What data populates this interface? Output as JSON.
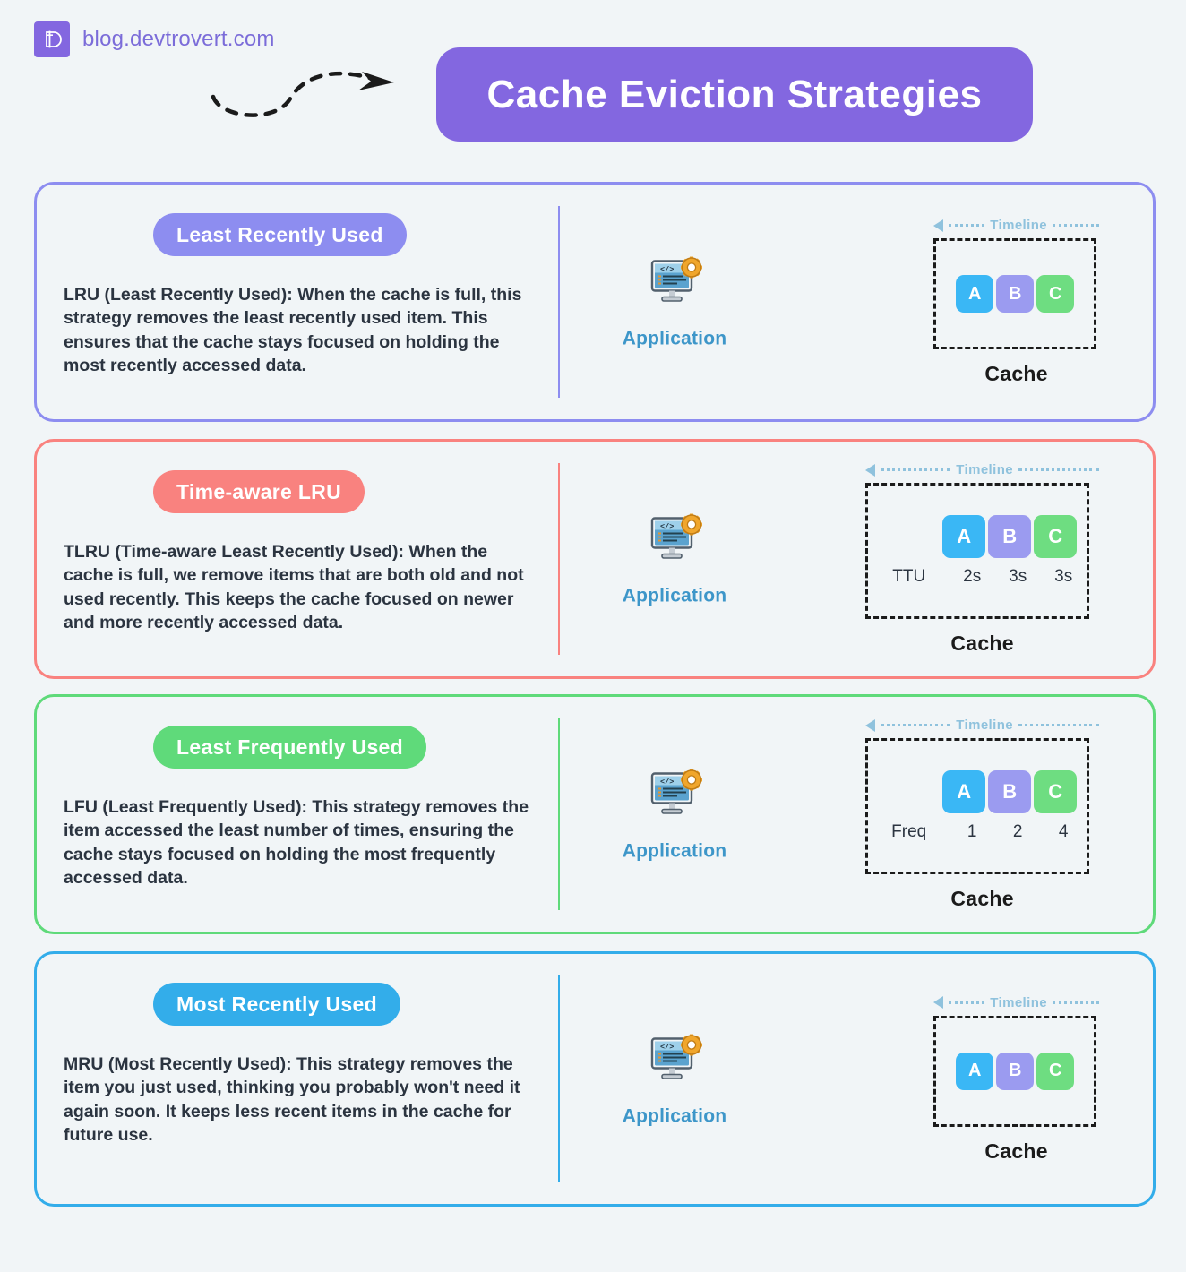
{
  "header": {
    "logo_icon": "devtrovert-monogram-logo",
    "brand_url": "blog.devtrovert.com",
    "arrow_icon": "dashed-curved-arrow-icon",
    "title": "Cache Eviction Strategies",
    "title_bg": "#8367e0"
  },
  "common": {
    "app_icon": "monitor-code-gear-icon",
    "app_label": "Application",
    "timeline_label": "Timeline",
    "timeline_arrow_icon": "timeline-left-arrow-icon",
    "cache_caption": "Cache",
    "tile_colors": {
      "A": "#3ab7f5",
      "B": "#9b9bf0",
      "C": "#6edd81"
    }
  },
  "cards": [
    {
      "id": "lru",
      "pill_label": "Least Recently Used",
      "accent": "#8d8df0",
      "pill_bg": "#8d8df0",
      "body": "LRU (Least Recently Used): When the cache is full, this strategy removes the least recently used item. This ensures that the cache stays focused on holding the most recently accessed data.",
      "diagram": {
        "tiles": [
          "A",
          "B",
          "C"
        ],
        "meta_label": "",
        "meta_values": [],
        "size": "small"
      }
    },
    {
      "id": "tlru",
      "pill_label": "Time-aware LRU",
      "accent": "#f9827f",
      "pill_bg": "#f9827f",
      "body": "TLRU (Time-aware Least Recently Used): When the cache is full, we remove items that are both old and not used recently. This keeps the cache focused on newer and more recently accessed data.",
      "diagram": {
        "tiles": [
          "A",
          "B",
          "C"
        ],
        "meta_label": "TTU",
        "meta_values": [
          "2s",
          "3s",
          "3s"
        ],
        "size": "large"
      }
    },
    {
      "id": "lfu",
      "pill_label": "Least Frequently Used",
      "accent": "#5fda7a",
      "pill_bg": "#5fda7a",
      "body": "LFU (Least Frequently Used): This strategy removes the item accessed the least number of times, ensuring the cache stays focused on holding the most frequently accessed data.",
      "diagram": {
        "tiles": [
          "A",
          "B",
          "C"
        ],
        "meta_label": "Freq",
        "meta_values": [
          "1",
          "2",
          "4"
        ],
        "size": "large"
      }
    },
    {
      "id": "mru",
      "pill_label": "Most Recently Used",
      "accent": "#33adea",
      "pill_bg": "#33adea",
      "body": "MRU (Most Recently Used): This strategy removes the item you just used, thinking you probably won't need it again soon. It keeps less recent items in the cache for future use.",
      "diagram": {
        "tiles": [
          "A",
          "B",
          "C"
        ],
        "meta_label": "",
        "meta_values": [],
        "size": "small"
      }
    }
  ]
}
